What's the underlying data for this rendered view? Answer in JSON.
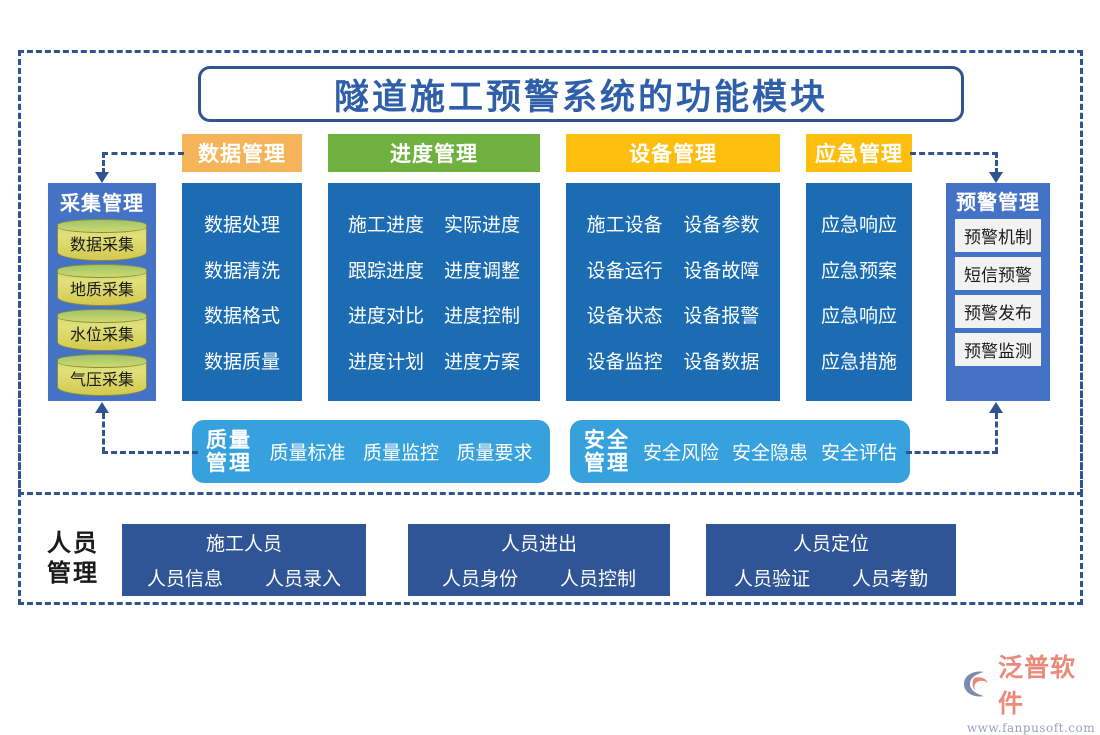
{
  "title": "隧道施工预警系统的功能模块",
  "colors": {
    "frame": "#31538f",
    "title_text": "#2f5fa8",
    "panel_blue": "#1b6cb3",
    "side_blue": "#4472c4",
    "bar_blue": "#36a1dd",
    "person_blue": "#2f5597",
    "orange": "#f5b45a",
    "green": "#6fb03f",
    "amber": "#fdbe0e",
    "cylinder": "#d4c94f",
    "logo_text": "#e98b7a"
  },
  "categories": [
    {
      "id": "data",
      "header": "数据管理",
      "header_color": "#f5b45a",
      "columns": 1,
      "rows": [
        [
          "数据处理"
        ],
        [
          "数据清洗"
        ],
        [
          "数据格式"
        ],
        [
          "数据质量"
        ]
      ]
    },
    {
      "id": "progress",
      "header": "进度管理",
      "header_color": "#6fb03f",
      "columns": 2,
      "rows": [
        [
          "施工进度",
          "实际进度"
        ],
        [
          "跟踪进度",
          "进度调整"
        ],
        [
          "进度对比",
          "进度控制"
        ],
        [
          "进度计划",
          "进度方案"
        ]
      ]
    },
    {
      "id": "equipment",
      "header": "设备管理",
      "header_color": "#fdbe0e",
      "columns": 2,
      "rows": [
        [
          "施工设备",
          "设备参数"
        ],
        [
          "设备运行",
          "设备故障"
        ],
        [
          "设备状态",
          "设备报警"
        ],
        [
          "设备监控",
          "设备数据"
        ]
      ]
    },
    {
      "id": "emergency",
      "header": "应急管理",
      "header_color": "#fdbe0e",
      "columns": 1,
      "rows": [
        [
          "应急响应"
        ],
        [
          "应急预案"
        ],
        [
          "应急响应"
        ],
        [
          "应急措施"
        ]
      ]
    }
  ],
  "collection": {
    "title": "采集管理",
    "items": [
      "数据采集",
      "地质采集",
      "水位采集",
      "气压采集"
    ]
  },
  "warning": {
    "title": "预警管理",
    "items": [
      "预警机制",
      "短信预警",
      "预警发布",
      "预警监测"
    ]
  },
  "wide_bars": [
    {
      "id": "quality",
      "title_line1": "质量",
      "title_line2": "管理",
      "items": [
        "质量标准",
        "质量监控",
        "质量要求"
      ]
    },
    {
      "id": "safety",
      "title_line1": "安全",
      "title_line2": "管理",
      "items": [
        "安全风险",
        "安全隐患",
        "安全评估"
      ]
    }
  ],
  "personnel": {
    "title_line1": "人员",
    "title_line2": "管理",
    "cards": [
      {
        "head": "施工人员",
        "subs": [
          "人员信息",
          "人员录入"
        ]
      },
      {
        "head": "人员进出",
        "subs": [
          "人员身份",
          "人员控制"
        ]
      },
      {
        "head": "人员定位",
        "subs": [
          "人员验证",
          "人员考勤"
        ]
      }
    ]
  },
  "logo": {
    "name": "泛普软件",
    "url": "www.fanpusoft.com"
  }
}
